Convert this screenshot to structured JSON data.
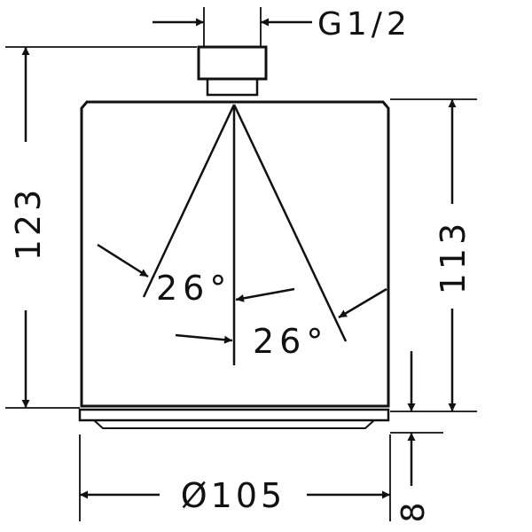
{
  "drawing": {
    "thread_label": "G1/2",
    "overall_height": "123",
    "body_height": "113",
    "diameter": "Ø105",
    "spray_angle_left": "26°",
    "spray_angle_right": "26°",
    "plate_thickness": "8"
  }
}
